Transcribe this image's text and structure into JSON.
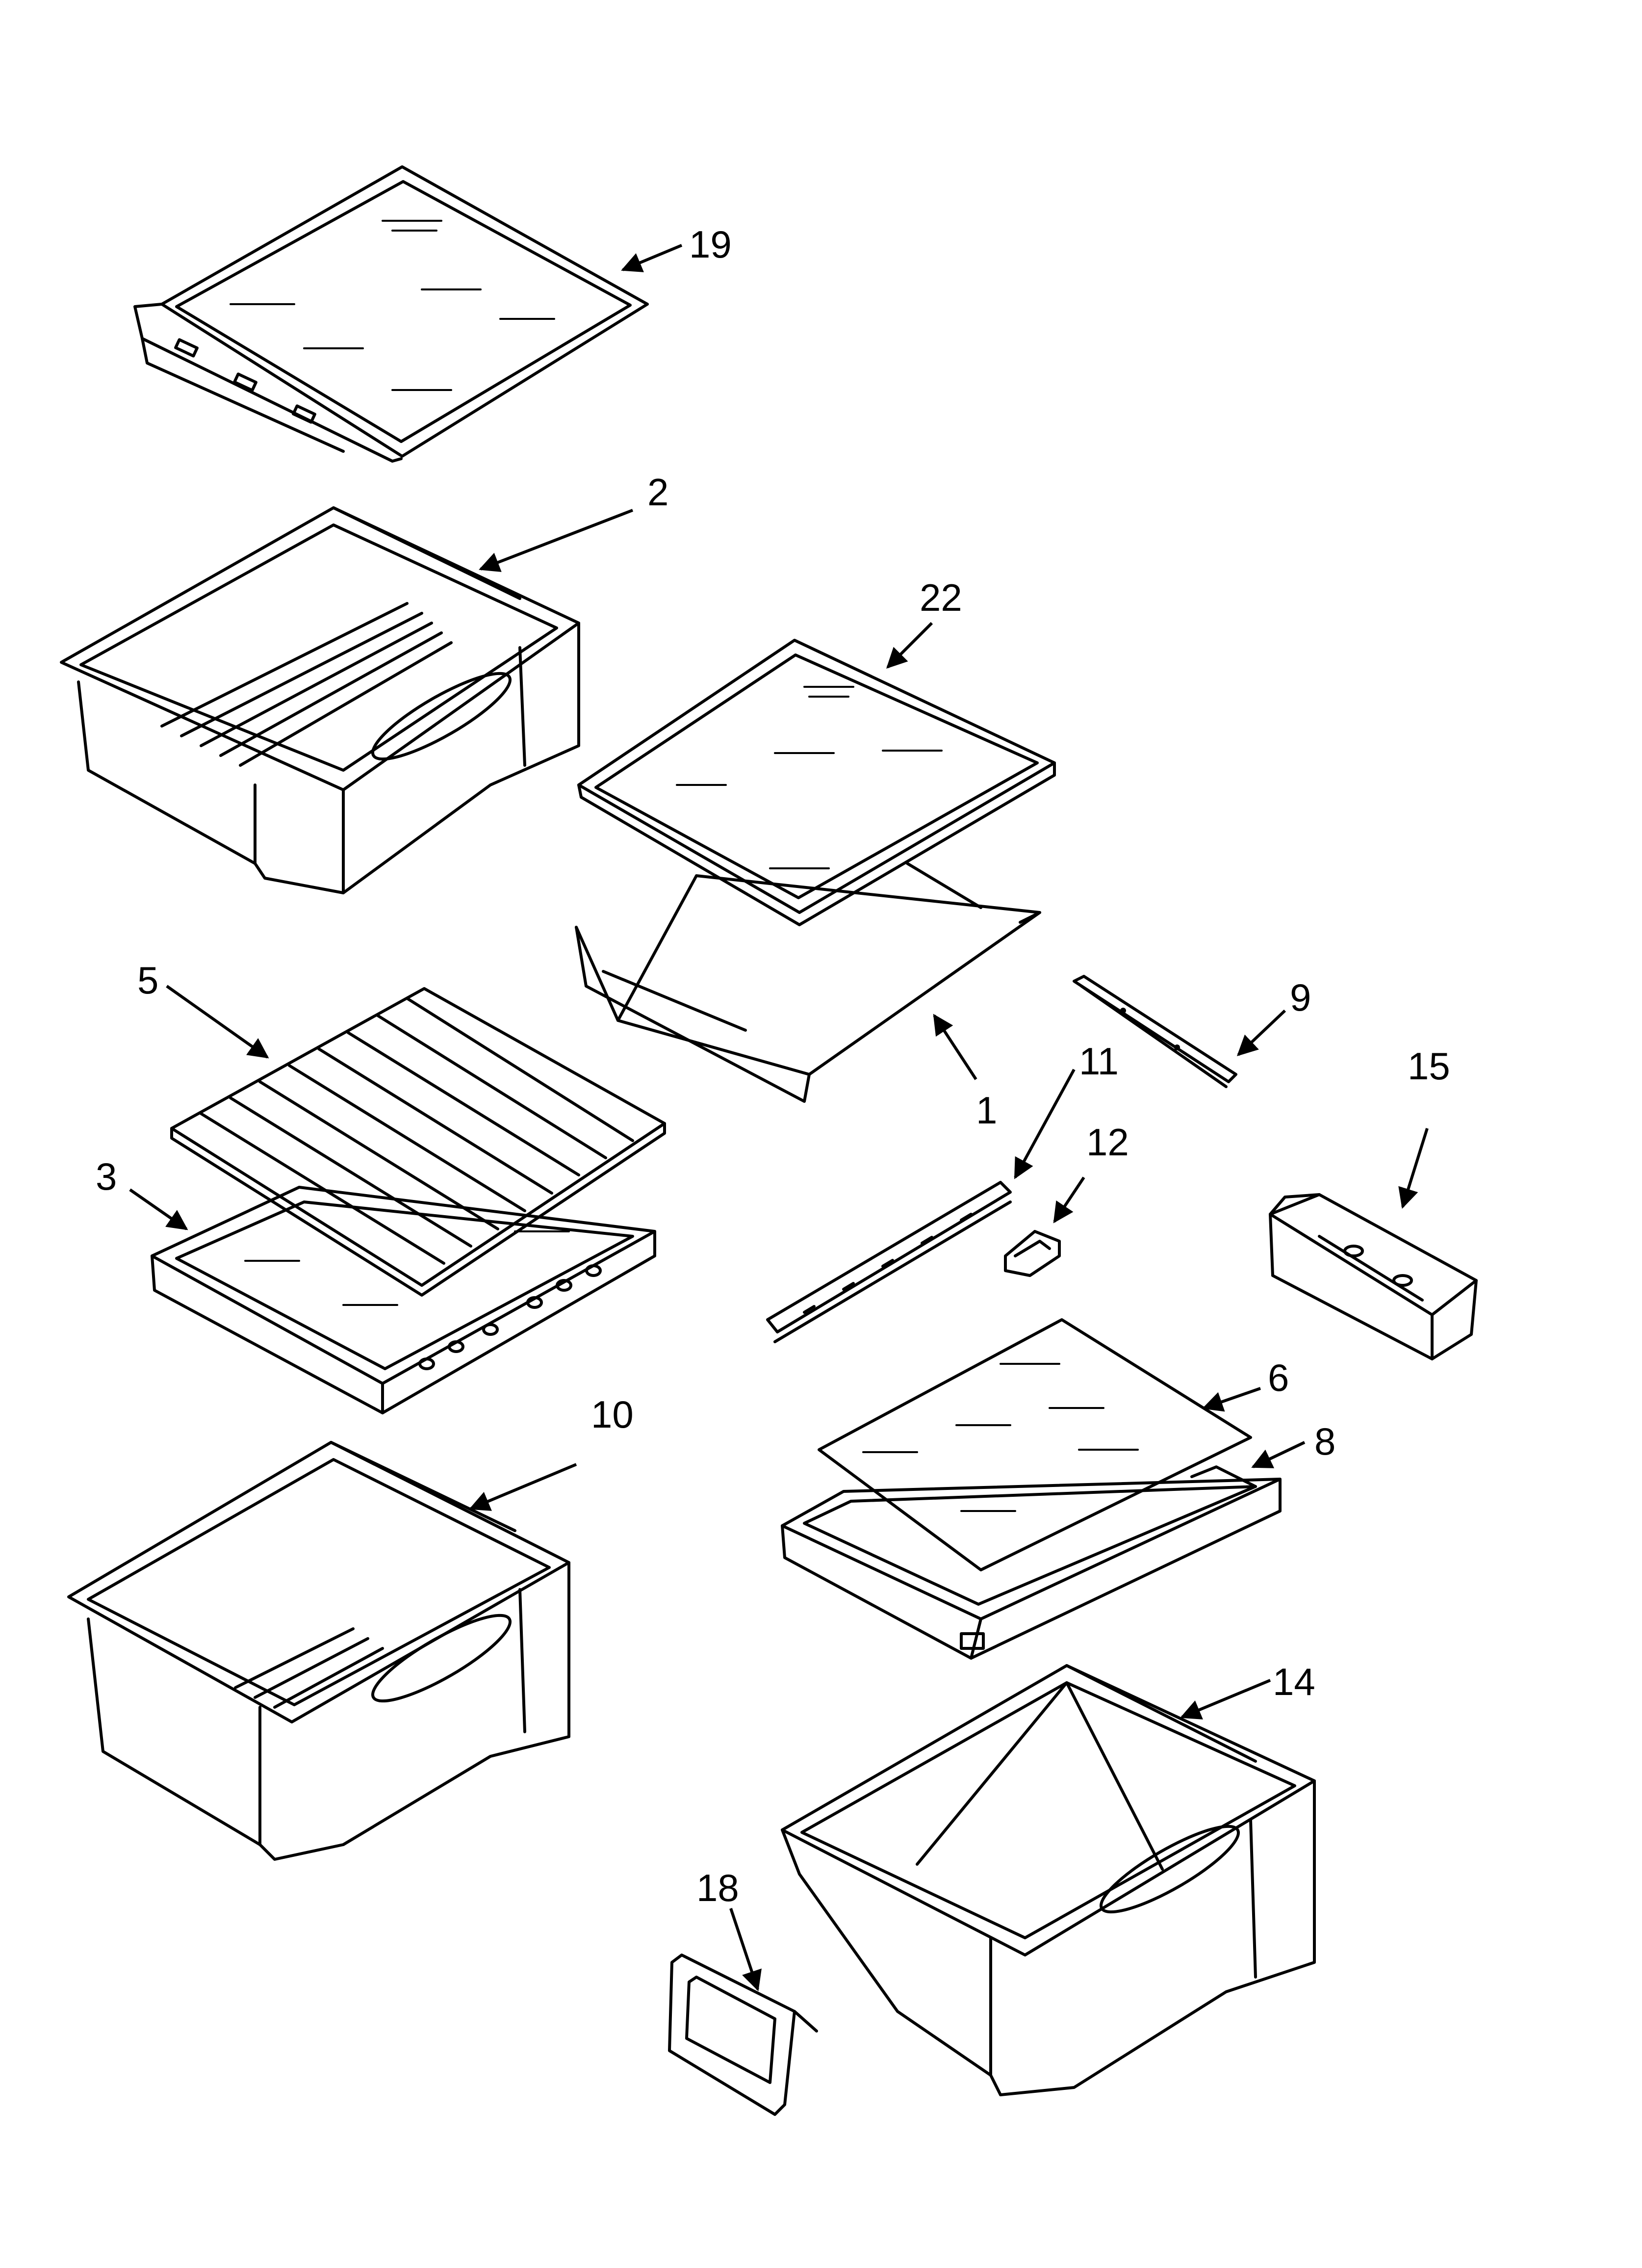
{
  "diagram": {
    "callouts": {
      "p1": "1",
      "p2": "2",
      "p3": "3",
      "p5": "5",
      "p6": "6",
      "p8": "8",
      "p9": "9",
      "p10": "10",
      "p11": "11",
      "p12": "12",
      "p14": "14",
      "p15": "15",
      "p18": "18",
      "p19": "19",
      "p22": "22"
    }
  }
}
